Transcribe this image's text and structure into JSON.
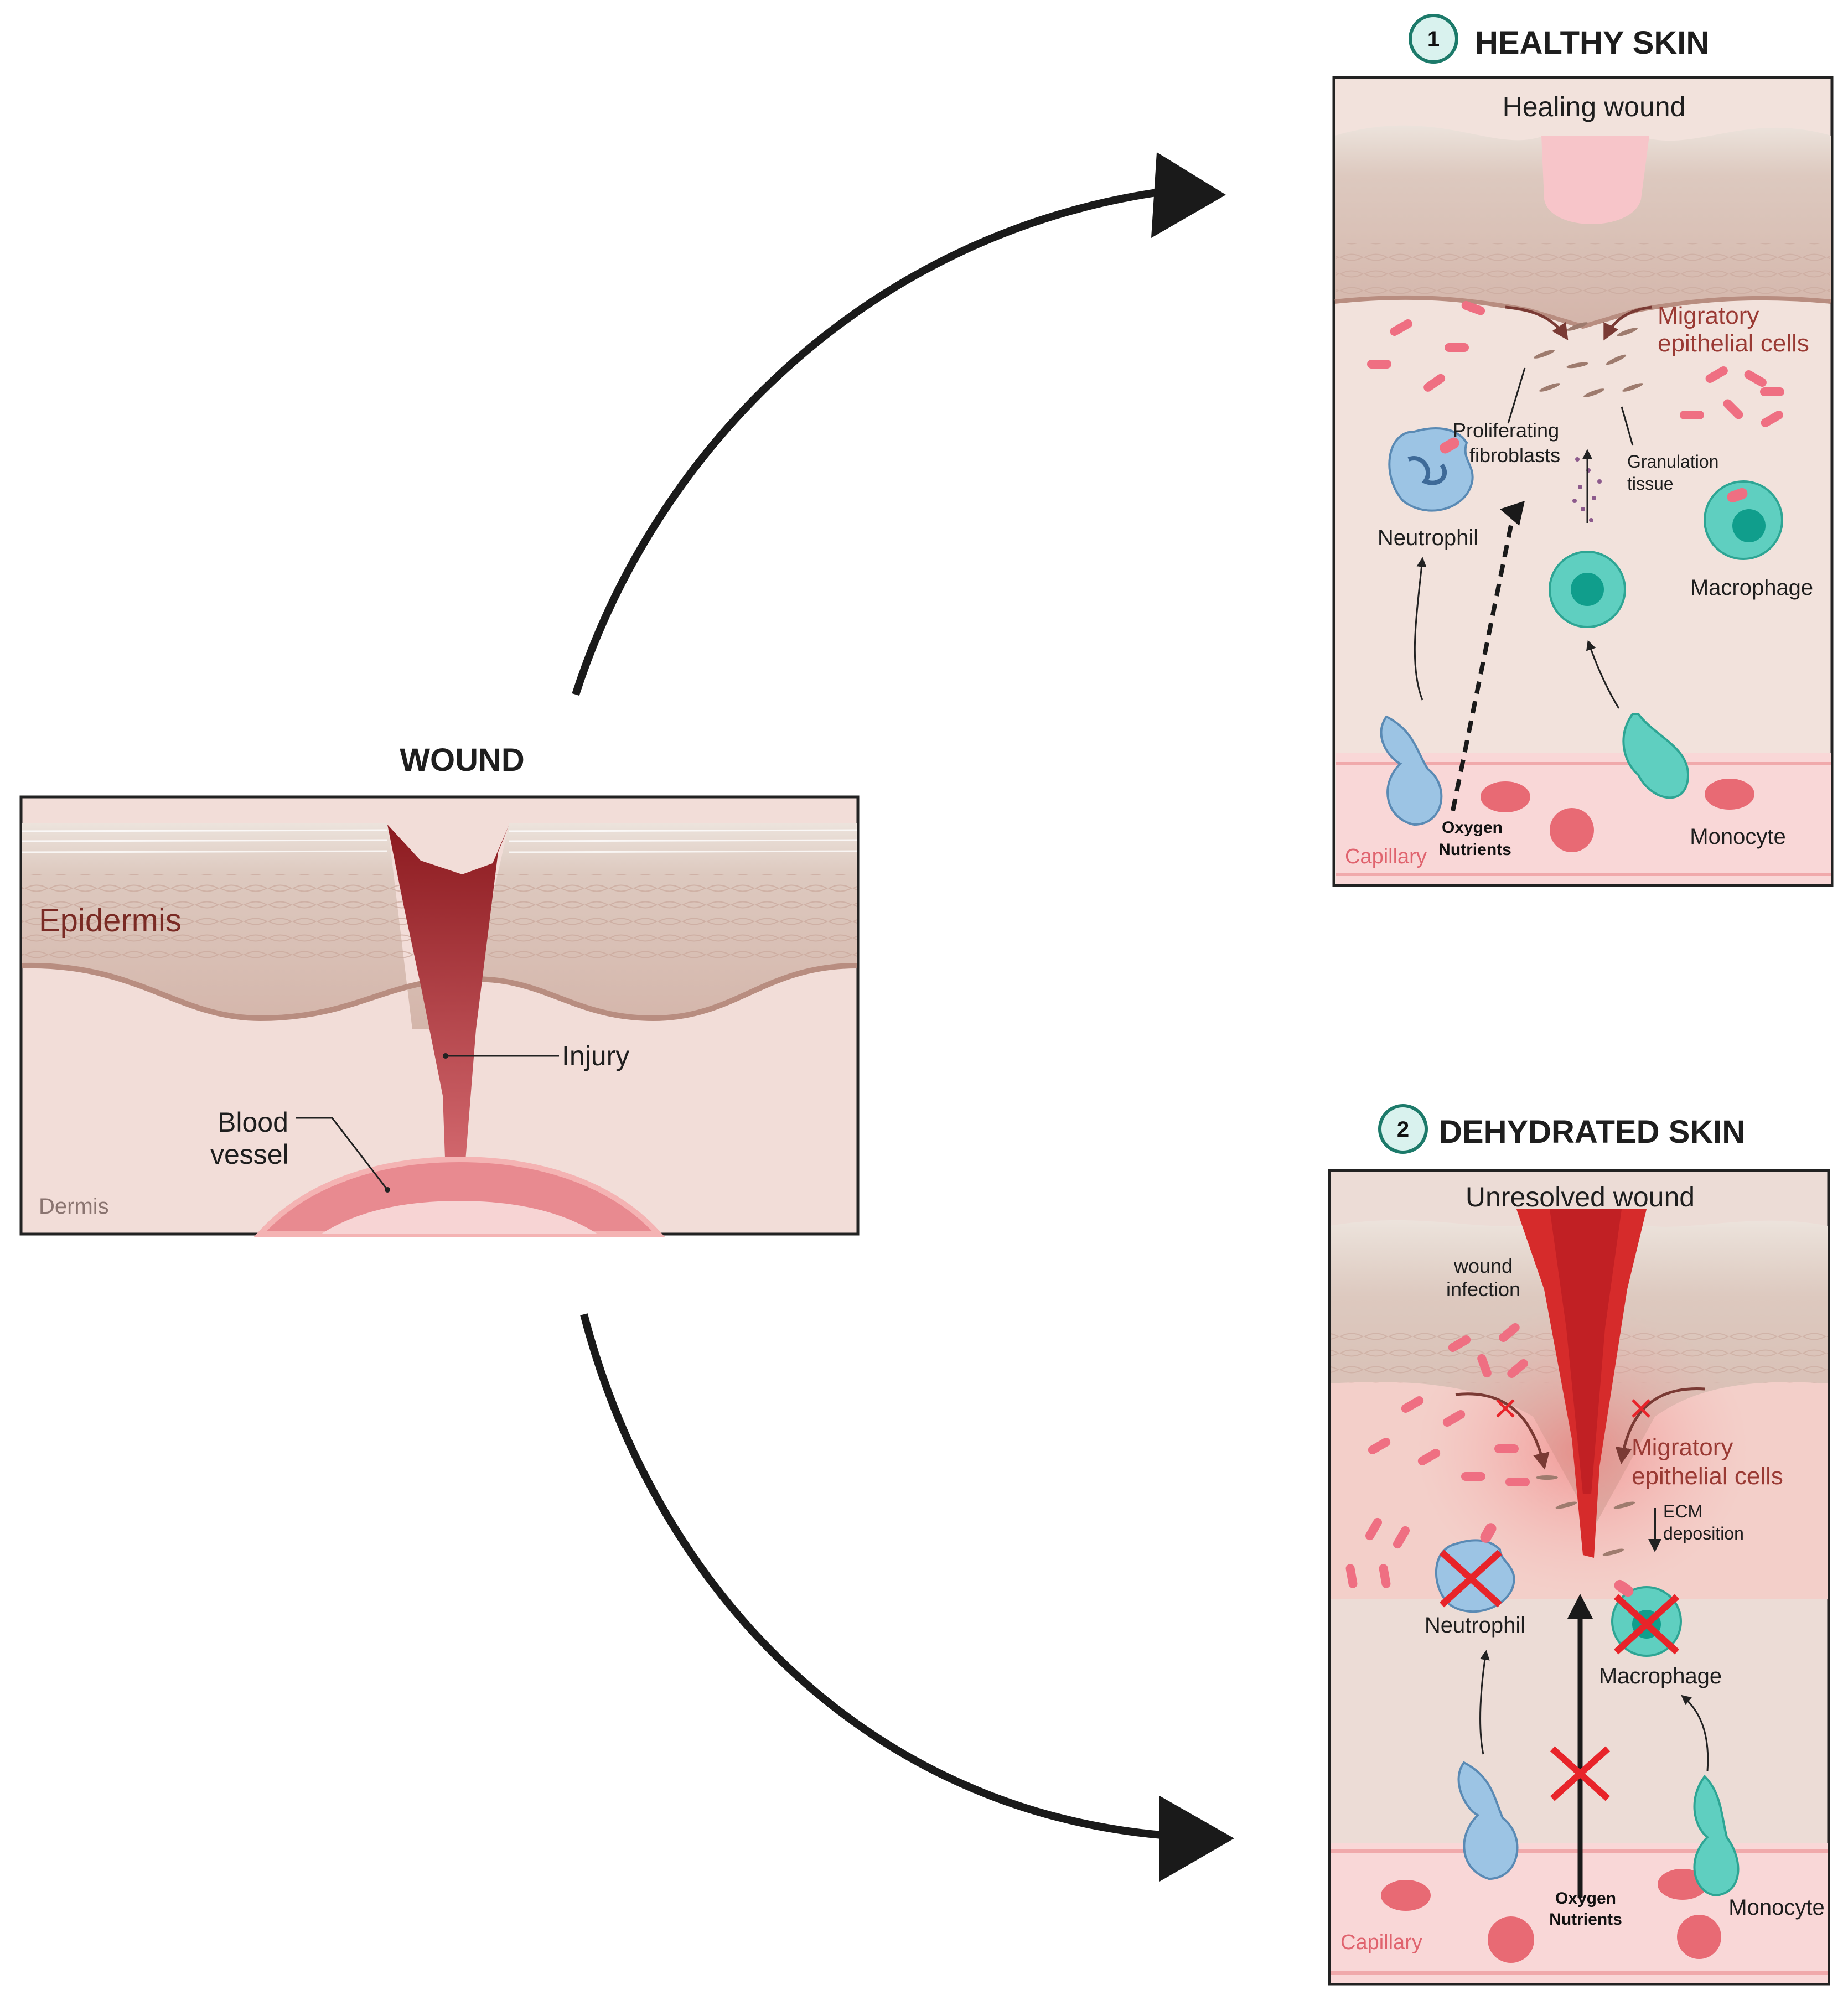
{
  "wound": {
    "title": "WOUND",
    "epidermis": "Epidermis",
    "dermis": "Dermis",
    "injury": "Injury",
    "blood_vessel_1": "Blood",
    "blood_vessel_2": "vessel"
  },
  "healthy": {
    "number": "1",
    "title": "HEALTHY SKIN",
    "panel_title": "Healing wound",
    "migratory_1": "Migratory",
    "migratory_2": "epithelial cells",
    "proliferating_1": "Proliferating",
    "proliferating_2": "fibroblasts",
    "granulation_1": "Granulation",
    "granulation_2": "tissue",
    "neutrophil": "Neutrophil",
    "macrophage": "Macrophage",
    "monocyte": "Monocyte",
    "capillary": "Capillary",
    "oxygen": "Oxygen",
    "nutrients": "Nutrients"
  },
  "dehydrated": {
    "number": "2",
    "title": "DEHYDRATED SKIN",
    "panel_title": "Unresolved wound",
    "infection_1": "wound",
    "infection_2": "infection",
    "migratory_1": "Migratory",
    "migratory_2": "epithelial cells",
    "ecm_1": "ECM",
    "ecm_2": "deposition",
    "neutrophil": "Neutrophil",
    "macrophage": "Macrophage",
    "monocyte": "Monocyte",
    "capillary": "Capillary",
    "oxygen": "Oxygen",
    "nutrients": "Nutrients"
  },
  "colors": {
    "dermis": "#f2ddd8",
    "epidermis": "#dcc1b6",
    "blood_dark": "#8c1a1f",
    "blood_red": "#d62b2b",
    "capillary": "#f7c9c9",
    "neutrophil": "#9cc4e4",
    "macrophage": "#5fcfc0",
    "red_x": "#e8242a",
    "teal_badge": "#d9f2ee"
  }
}
